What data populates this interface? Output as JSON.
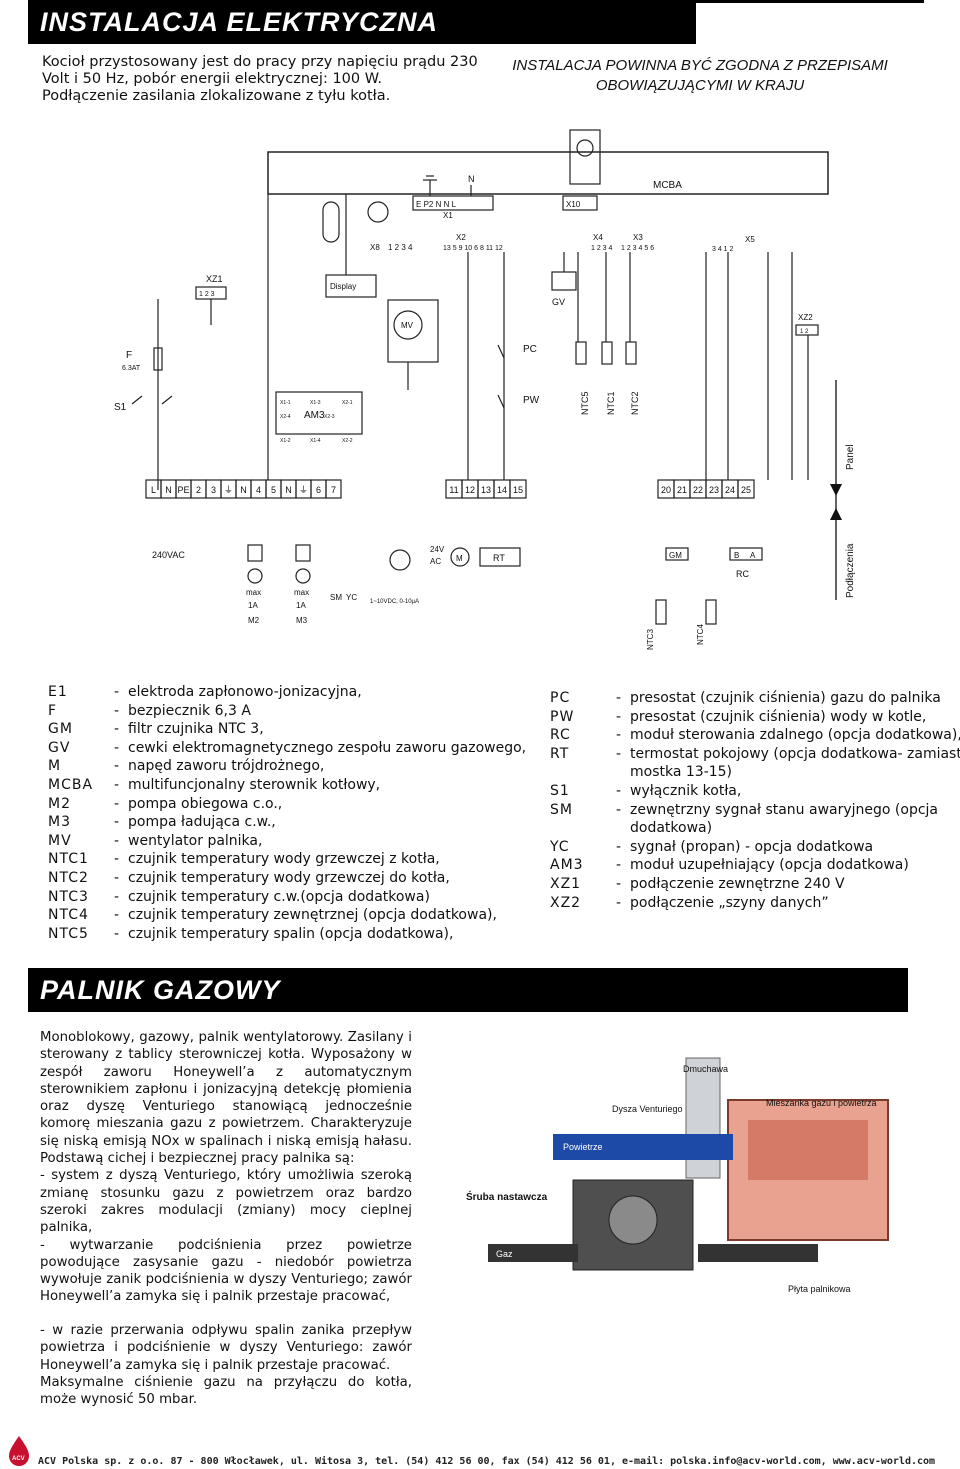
{
  "section1": {
    "title": "INSTALACJA ELEKTRYCZNA",
    "intro": [
      "Kocioł przystosowany jest do pracy przy napięciu prądu 230",
      "Volt i 50 Hz, pobór energii elektrycznej: 100 W.",
      "Podłączenie zasilania zlokalizowane z tyłu kotła."
    ],
    "warning": [
      "INSTALACJA POWINNA BYĆ ZGODNA Z PRZEPISAMI",
      "OBOWIĄZUJĄCYMI W KRAJU"
    ]
  },
  "diagram": {
    "labels": {
      "n": "N",
      "e": "E",
      "p2": "P2",
      "n1": "N",
      "n2": "N",
      "l": "L",
      "x1": "X1",
      "x10": "X10",
      "mcba": "MCBA",
      "x2": "X2",
      "x8": "X8",
      "x8pins": "1 2 3 4",
      "x2pins": "13  5 9 10 6    8    11   12",
      "x4": "X4",
      "x4pins": "1 2 3 4",
      "x3": "X3",
      "x3pins": "1 2 3 4 5 6",
      "x5": "X5",
      "x5pins": "3    4          1    2",
      "xz1": "XZ1",
      "xz1pins": "1  2  3",
      "display": "Display",
      "mv": "MV",
      "gv": "GV",
      "xz2": "XZ2",
      "xz2pins": "1   2",
      "f": "F",
      "f_rating": "6.3AT",
      "s1": "S1",
      "pc": "PC",
      "pw": "PW",
      "ntc5": "NTC5",
      "ntc1": "NTC1",
      "ntc2": "NTC2",
      "am3": "AM3",
      "am3_x1_1": "X1-1",
      "am3_x1_2": "X1-2",
      "am3_x1_3": "X1-3",
      "am3_x2_1": "X2-1",
      "am3_x2_2": "X2-2",
      "am3_x1_4": "X1-4",
      "am3_x2_3": "X2-3",
      "am3_x2_4": "X2-4",
      "panel": "Panel",
      "podlaczenia": "Podłączenia",
      "terminals_left": [
        "L",
        "N",
        "PE",
        "2",
        "3",
        "⏚",
        "N",
        "4",
        "5",
        "N",
        "⏚",
        "6",
        "7"
      ],
      "terminals_mid": [
        "11",
        "12",
        "13",
        "14",
        "15"
      ],
      "terminals_right": [
        "20",
        "21",
        "22",
        "23",
        "24",
        "25"
      ],
      "vac": "240VAC",
      "max1": "max",
      "max1_a": "1A",
      "m2": "M2",
      "max2": "max",
      "max2_a": "1A",
      "m3": "M3",
      "sm": "SM",
      "yc": "YC",
      "yc_range": "1~10VDC, 0-10µA",
      "ac24": "24V",
      "ac": "AC",
      "m": "M",
      "rt": "RT",
      "gm": "GM",
      "b": "B",
      "a": "A",
      "rc": "RC",
      "ntc3": "NTC3",
      "ntc4": "NTC4"
    }
  },
  "legend_left": [
    {
      "code": "E1",
      "text": "elektroda zapłonowo-jonizacyjna,"
    },
    {
      "code": "F",
      "text": "bezpiecznik 6,3 A"
    },
    {
      "code": "GM",
      "text": "filtr czujnika NTC 3,"
    },
    {
      "code": "GV",
      "text": "cewki elektromagnetycznego zespołu zaworu gazowego,"
    },
    {
      "code": "M",
      "text": "napęd zaworu trójdrożnego,"
    },
    {
      "code": "MCBA",
      "text": "multifuncjonalny sterownik kotłowy,"
    },
    {
      "code": "M2",
      "text": "pompa obiegowa c.o.,"
    },
    {
      "code": "M3",
      "text": "pompa ładująca c.w.,"
    },
    {
      "code": "MV",
      "text": "wentylator palnika,"
    },
    {
      "code": "NTC1",
      "text": "czujnik temperatury wody grzewczej z kotła,"
    },
    {
      "code": "NTC2",
      "text": "czujnik temperatury wody grzewczej do kotła,"
    },
    {
      "code": "NTC3",
      "text": "czujnik temperatury c.w.(opcja dodatkowa)"
    },
    {
      "code": "NTC4",
      "text": "czujnik temperatury zewnętrznej (opcja dodatkowa),"
    },
    {
      "code": "NTC5",
      "text": "czujnik temperatury spalin (opcja dodatkowa),"
    }
  ],
  "legend_right": [
    {
      "code": "PC",
      "text": "presostat (czujnik ciśnienia) gazu do palnika"
    },
    {
      "code": "PW",
      "text": "presostat (czujnik ciśnienia) wody w kotle,"
    },
    {
      "code": "RC",
      "text": "moduł sterowania zdalnego (opcja dodatkowa),"
    },
    {
      "code": "RT",
      "text": "termostat pokojowy (opcja dodatkowa- zamiast",
      "cont": "mostka  13-15)"
    },
    {
      "code": "S1",
      "text": "wyłącznik  kotła,"
    },
    {
      "code": "SM",
      "text": "zewnętrzny sygnał stanu awaryjnego (opcja",
      "cont": "dodatkowa)"
    },
    {
      "code": "YC",
      "text": "sygnał (propan) - opcja dodatkowa"
    },
    {
      "code": "AM3",
      "text": "moduł uzupełniający (opcja dodatkowa)"
    },
    {
      "code": "XZ1",
      "text": "podłączenie zewnętrzne 240 V"
    },
    {
      "code": "XZ2",
      "text": "podłączenie „szyny danych”"
    }
  ],
  "section2": {
    "title": "PALNIK GAZOWY",
    "paragraphs": [
      "Monoblokowy, gazowy, palnik wentylatorowy. Zasilany i sterowany z tablicy sterowniczej kotła. Wyposażony w zespół zaworu Honeywell’a z automatycznym sterownikiem zapłonu i jonizacyjną detekcję płomienia oraz dyszę Venturiego stanowiącą jednocześnie komorę mieszania gazu z powietrzem. Charakteryzuje się niską emisją NOx w spalinach i niską emisją hałasu. Podstawą cichej i bezpiecznej pracy palnika są:",
      "- system z dyszą Venturiego, który umożliwia szeroką zmianę stosunku gazu z powietrzem oraz bardzo szeroki zakres modulacji (zmiany) mocy cieplnej palnika,",
      "- wytwarzanie podciśnienia przez powietrze powodujące zasysanie gazu - niedobór powietrza wywołuje zanik podciśnienia w dyszy Venturiego; zawór Honeywell’a zamyka się i palnik przestaje pracować,"
    ],
    "paragraphs2": [
      "- w razie przerwania odpływu spalin zanika przepływ powietrza i podciśnienie w dyszy Venturiego: zawór Honeywell’a zamyka się i palnik przestaje pracować.",
      "Maksymalne ciśnienie gazu na przyłączu do kotła, może wynosić 50 mbar."
    ],
    "figure_labels": {
      "dmuchawa": "Dmuchawa",
      "dysza": "Dysza Venturiego",
      "mieszanka": "Mieszanka gazu i powietrza",
      "powietrze": "Powietrze",
      "sruba": "Śruba nastawcza",
      "gaz": "Gaz",
      "plyta": "Płyta palnikowa"
    }
  },
  "footer": {
    "logo_text": "ACV",
    "contact": "ACV Polska sp. z o.o. 87 - 800 Włocławek, ul. Witosa 3, tel. (54) 412 56 00, fax (54) 412 56 01, e-mail: polska.info@acv-world.com, www.acv-world.com"
  }
}
